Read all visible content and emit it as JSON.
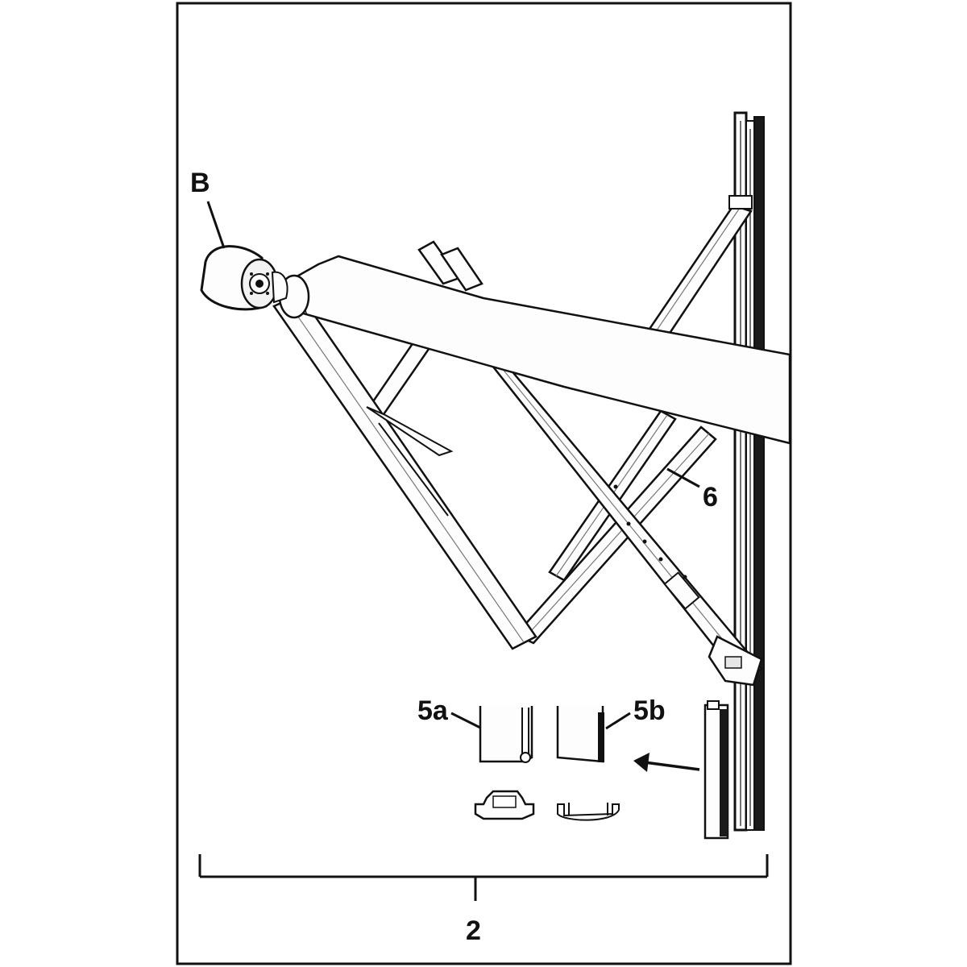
{
  "colors": {
    "line": "#111111",
    "fill": "#fdfdfd",
    "shade": "#e6e6e6",
    "dark": "#1a1a1a"
  },
  "callouts": {
    "b": "B",
    "six": "6",
    "five_a": "5a",
    "five_b": "5b",
    "two": "2"
  }
}
